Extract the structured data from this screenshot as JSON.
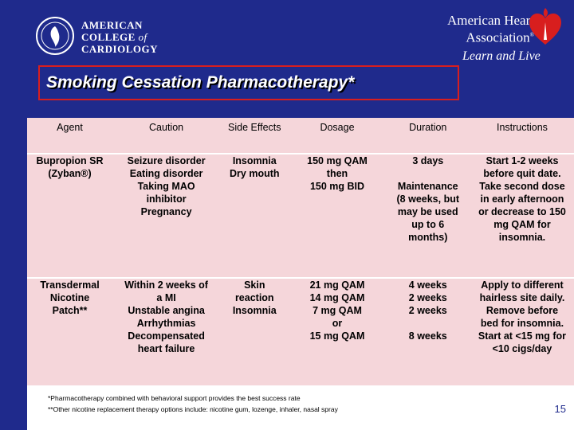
{
  "logos": {
    "acc": {
      "line1": "AMERICAN",
      "line2a": "COLLEGE ",
      "line2b": "of",
      "line3": "CARDIOLOGY"
    },
    "aha": {
      "name_line1": "American Heart",
      "name_line2": "Association",
      "tagline": "Learn and Live"
    }
  },
  "title": "Smoking Cessation Pharmacotherapy*",
  "table": {
    "headers": [
      "Agent",
      "Caution",
      "Side Effects",
      "Dosage",
      "Duration",
      "Instructions"
    ],
    "rows": [
      {
        "agent": [
          "Bupropion SR",
          "(Zyban®)"
        ],
        "caution": [
          "Seizure disorder",
          "Eating disorder",
          "Taking MAO",
          "inhibitor",
          "Pregnancy"
        ],
        "side_effects": [
          "Insomnia",
          "Dry mouth"
        ],
        "dosage": [
          "150 mg QAM",
          "then",
          "150 mg BID"
        ],
        "duration": [
          "3 days",
          "Maintenance",
          "(8 weeks, but",
          "may be used",
          "up to 6",
          "months)"
        ],
        "instructions": [
          "Start 1-2 weeks",
          "before quit date.",
          "Take second dose",
          "in early afternoon",
          "or decrease to 150",
          "mg QAM for",
          "insomnia."
        ]
      },
      {
        "agent": [
          "Transdermal",
          "Nicotine",
          "Patch**"
        ],
        "caution": [
          "Within 2 weeks of",
          "a MI",
          "Unstable angina",
          "Arrhythmias",
          "Decompensated",
          "heart failure"
        ],
        "side_effects": [
          "Skin",
          "reaction",
          "Insomnia"
        ],
        "dosage": [
          "21 mg QAM",
          "14 mg QAM",
          "7 mg QAM",
          "or",
          "15 mg QAM"
        ],
        "duration": [
          "4 weeks",
          "2 weeks",
          "2 weeks",
          "8 weeks"
        ],
        "instructions": [
          "Apply to different",
          "hairless site daily.",
          "Remove before",
          "bed for insomnia.",
          "Start at <15 mg for",
          "<10 cigs/day"
        ]
      }
    ]
  },
  "footnotes": [
    "*Pharmacotherapy combined with behavioral support provides the best success rate",
    "**Other nicotine replacement therapy options include: nicotine gum, lozenge, inhaler, nasal spray"
  ],
  "page_number": "15",
  "colors": {
    "background": "#1f2a8c",
    "table_fill": "#f5d6da",
    "title_border": "#d81e1e",
    "heart_red": "#d81e1e"
  }
}
